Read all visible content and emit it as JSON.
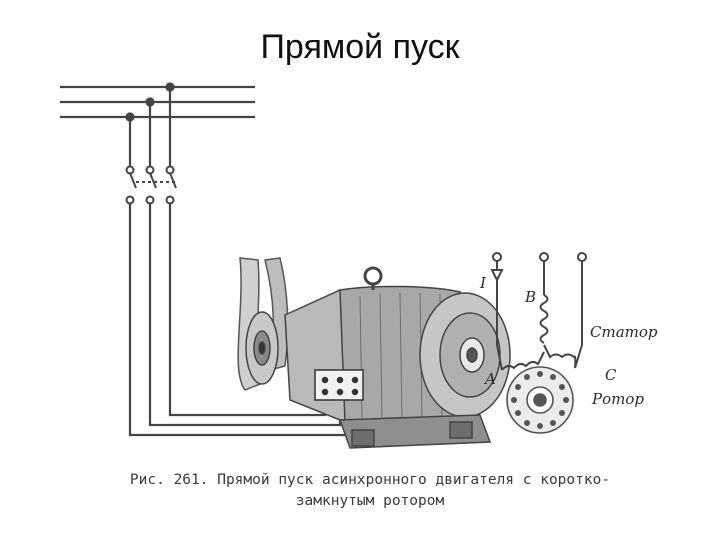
{
  "slide": {
    "title": "Прямой пуск"
  },
  "figure": {
    "labels": {
      "phase_1": "I",
      "phase_a": "A",
      "phase_b": "B",
      "phase_c": "C",
      "stator": "Статор",
      "rotor": "Ротор"
    },
    "caption": {
      "line1": "Рис. 261. Прямой пуск асинхронного двигателя с коротко-",
      "line2": "замкнутым ротором"
    }
  }
}
